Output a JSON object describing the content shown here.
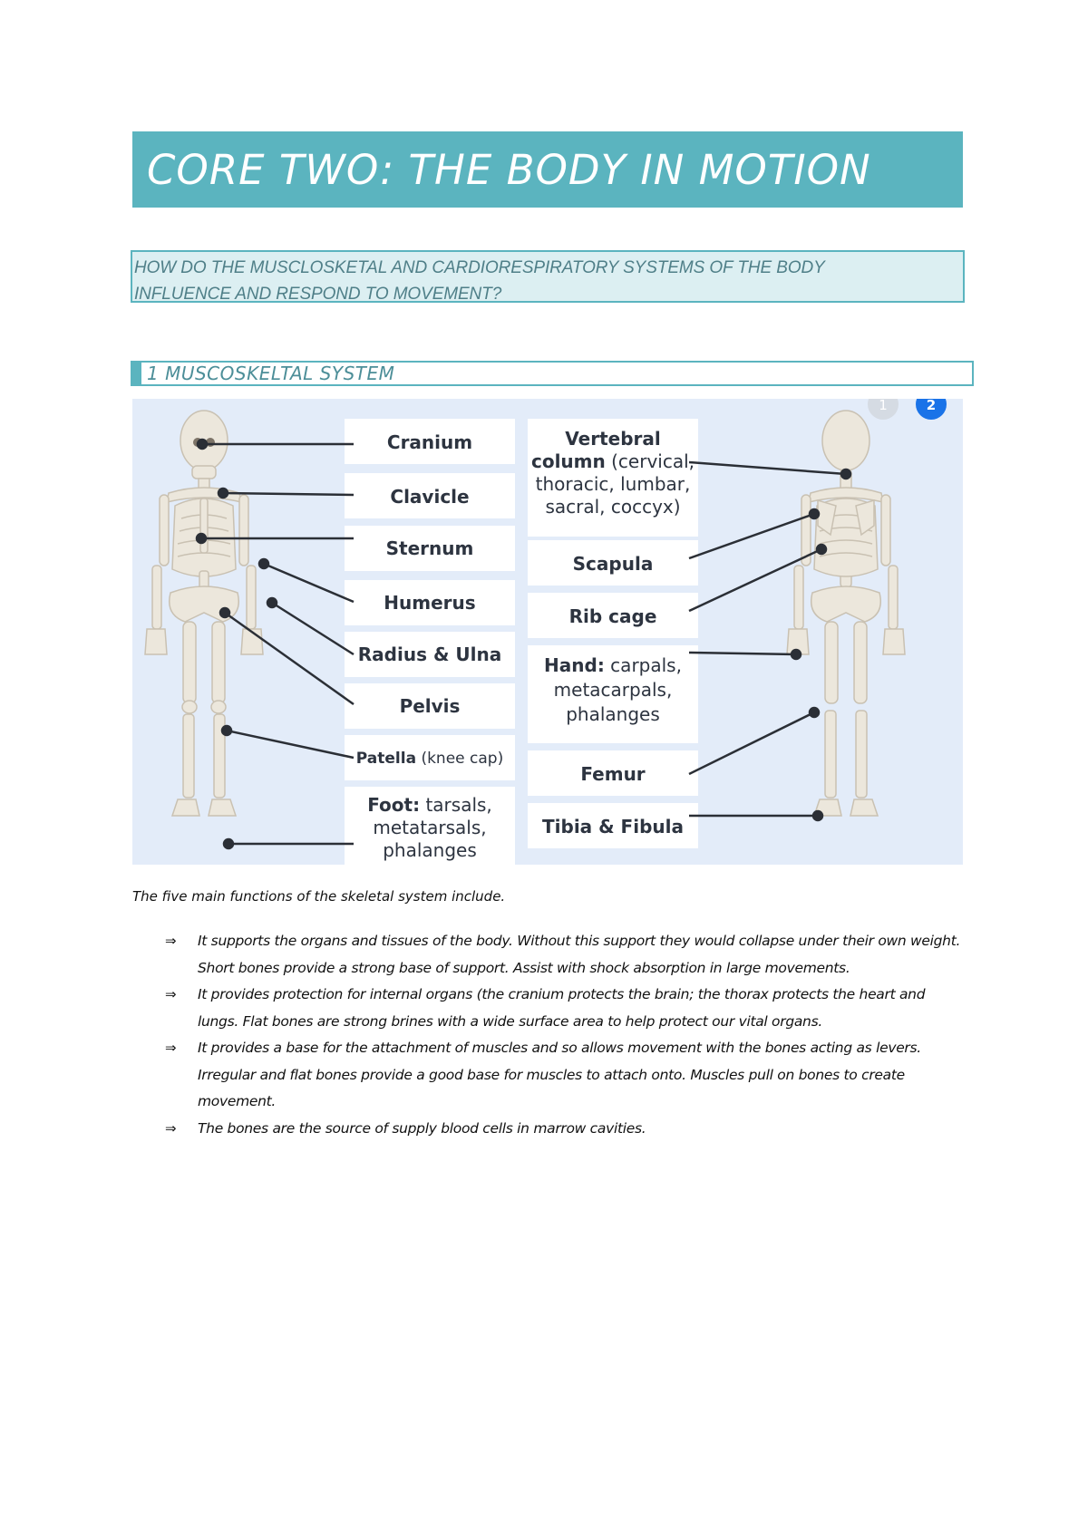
{
  "title": "CORE TWO: THE BODY IN MOTION",
  "question": {
    "line1": "HOW DO THE MUSCLOSKETAL AND CARDIORESPIRATORY SYSTEMS OF THE BODY",
    "line2": "INFLUENCE AND RESPOND TO MOVEMENT?"
  },
  "section_heading": "1 MUSCOSKELTAL SYSTEM",
  "diagram": {
    "pager": [
      "1",
      "2"
    ],
    "left_labels": {
      "cranium": "Cranium",
      "clavicle": "Clavicle",
      "sternum": "Sternum",
      "humerus": "Humerus",
      "radius_ulna": "Radius & Ulna",
      "pelvis": "Pelvis",
      "patella_bold": "Patella",
      "patella_rest": " (knee cap)",
      "foot_bold": "Foot:",
      "foot_rest1": " tarsals,",
      "foot_rest2": "metatarsals,",
      "foot_rest3": "phalanges"
    },
    "right_labels": {
      "vertebral_1": "Vertebral",
      "vertebral_2_bold": "column",
      "vertebral_2_rest": " (cervical,",
      "vertebral_3": "thoracic, lumbar,",
      "vertebral_4": "sacral, coccyx)",
      "scapula": "Scapula",
      "rib_cage": "Rib cage",
      "hand_bold": "Hand:",
      "hand_rest1": " carpals,",
      "hand_rest2": "metacarpals,",
      "hand_rest3": "phalanges",
      "femur": "Femur",
      "tibia_fibula": "Tibia & Fibula"
    },
    "colors": {
      "background": "#e3ecf9",
      "label_box": "#ffffff",
      "bone": "#ece7dc",
      "bone_outline": "#c9c1b2",
      "pointer": "#2b2f36",
      "pager_active": "#1a73e8"
    }
  },
  "intro": "The five main functions of the skeletal system include.",
  "functions": [
    "It supports the organs and tissues of the body. Without this support they would collapse under their own weight. Short bones provide a strong base of support. Assist with shock absorption in large movements.",
    "It provides protection for internal organs (the cranium protects the brain; the thorax protects the heart and lungs. Flat bones are strong brines with a wide surface area to help protect our vital organs.",
    "It provides a base for the attachment of muscles and so allows movement with the bones acting as levers. Irregular and flat bones provide a good base for muscles to attach onto. Muscles pull on bones to create movement.",
    "The bones are the source of supply blood cells in marrow cavities."
  ],
  "bullet_symbol": "⇒"
}
